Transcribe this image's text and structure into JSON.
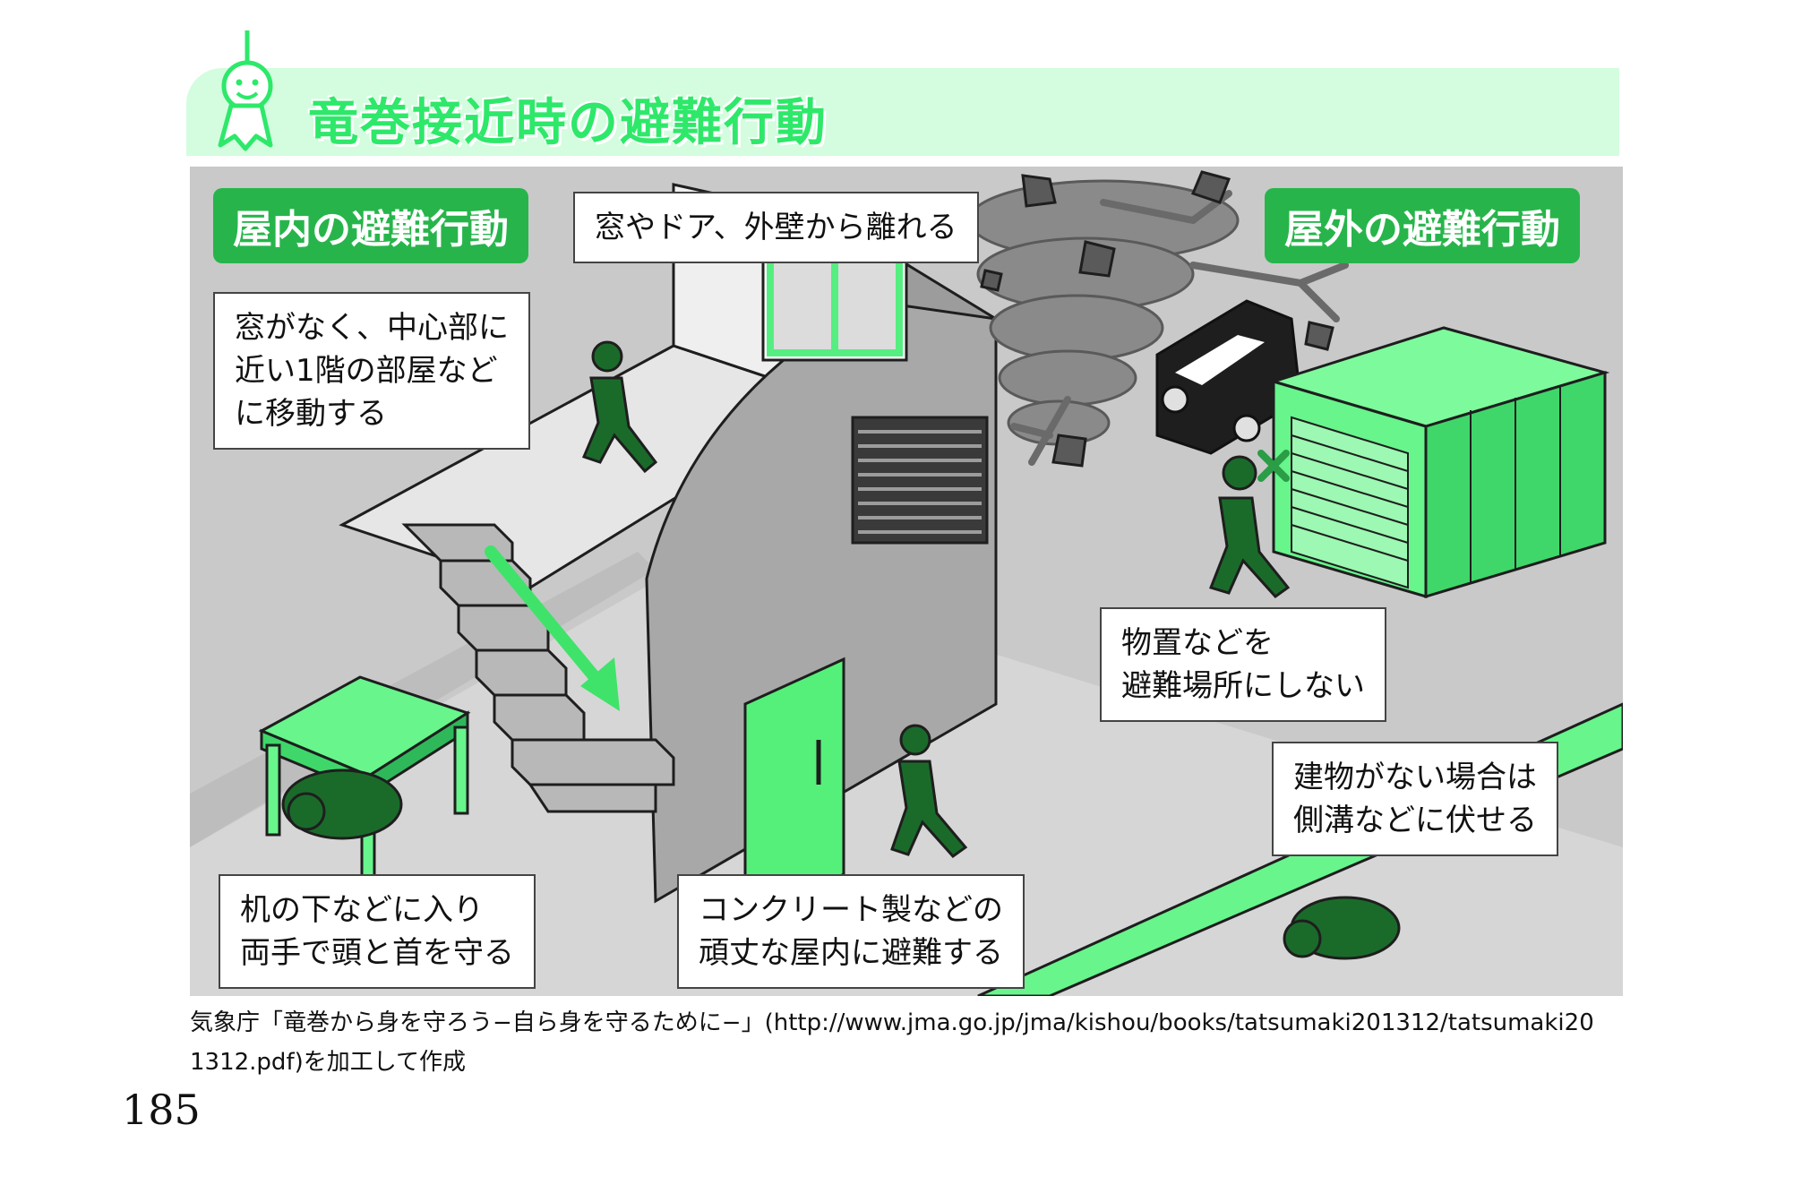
{
  "header": {
    "title": "竜巻接近時の避難行動"
  },
  "indoor": {
    "tag": "屋内の避難行動",
    "callout_windows": "窓やドア、外壁から離れる",
    "callout_center": [
      "窓がなく、中心部に",
      "近い1階の部屋など",
      "に移動する"
    ],
    "callout_desk": [
      "机の下などに入り",
      "両手で頭と首を守る"
    ],
    "callout_concrete": [
      "コンクリート製などの",
      "頑丈な屋内に避難する"
    ]
  },
  "outdoor": {
    "tag": "屋外の避難行動",
    "callout_shed": [
      "物置などを",
      "避難場所にしない"
    ],
    "callout_ditch": [
      "建物がない場合は",
      "側溝などに伏せる"
    ]
  },
  "source_line1": "気象庁「竜巻から身を守ろう−自ら身を守るために−」(http://www.jma.go.jp/jma/kishou/books/tatsumaki201312/tatsumaki20",
  "source_line2": "1312.pdf)を加工して作成",
  "page_number": "185",
  "colors": {
    "accent_green": "#2ee86a",
    "tag_green": "#27b54b",
    "band": "#d4fddf",
    "figure": "#1a6b2a"
  }
}
